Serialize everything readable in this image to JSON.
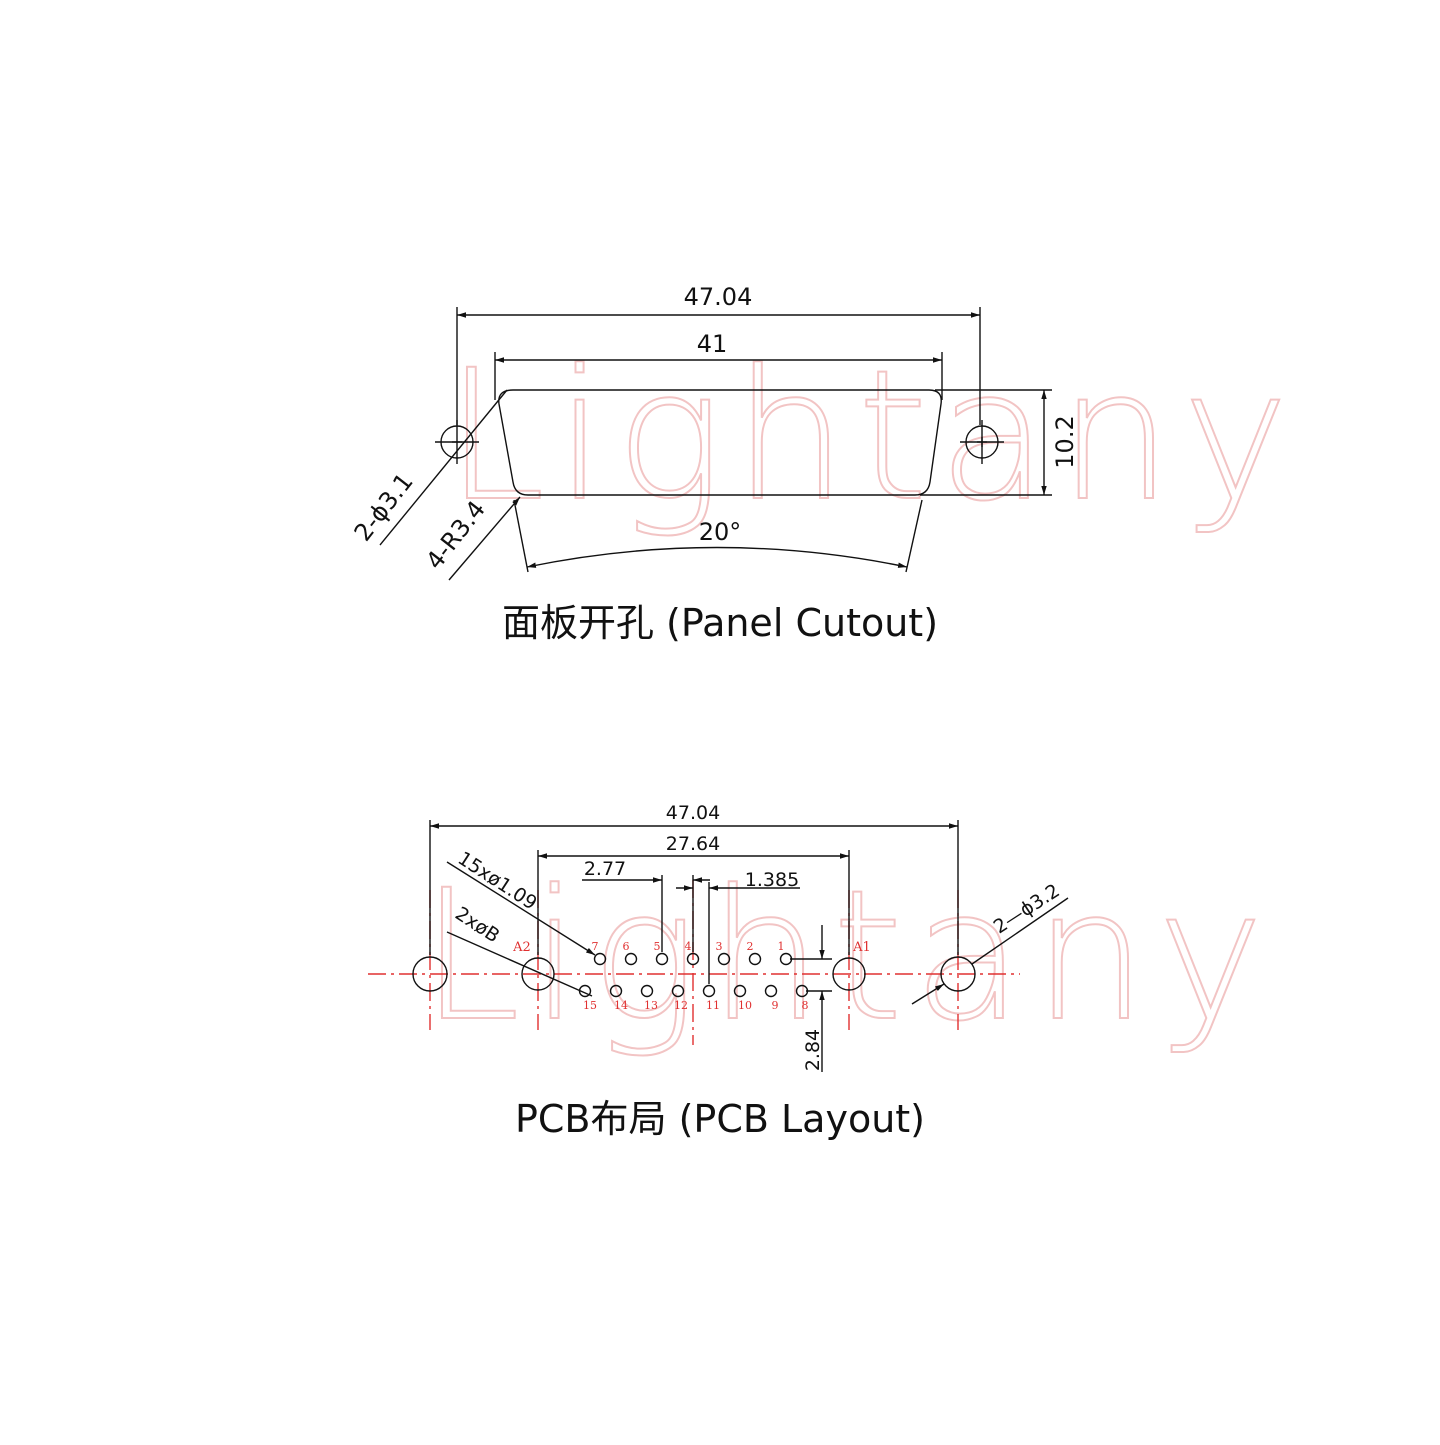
{
  "watermark": "Lightany",
  "panel": {
    "caption": "面板开孔 (Panel Cutout)",
    "dim_overall": "47.04",
    "dim_inner": "41",
    "dim_height": "10.2",
    "dim_angle": "20°",
    "dim_hole": "2-ϕ3.1",
    "dim_radius": "4-R3.4"
  },
  "pcb": {
    "caption": "PCB布局 (PCB Layout)",
    "dim_overall": "47.04",
    "dim_mount": "27.64",
    "dim_pitch": "2.77",
    "dim_half_pitch": "1.385",
    "dim_row": "2.84",
    "dim_pins": "15xø1.09",
    "dim_boss": "2xøB",
    "dim_hole": "2—ϕ3.2",
    "anchor_left": "A2",
    "anchor_right": "A1",
    "top_row_pins": [
      "7",
      "6",
      "5",
      "4",
      "3",
      "2",
      "1"
    ],
    "bottom_row_pins": [
      "15",
      "14",
      "13",
      "12",
      "11",
      "10",
      "9",
      "8"
    ]
  },
  "colors": {
    "line": "#111111",
    "centerline": "#e03030",
    "watermark": "#f2c4c4"
  }
}
